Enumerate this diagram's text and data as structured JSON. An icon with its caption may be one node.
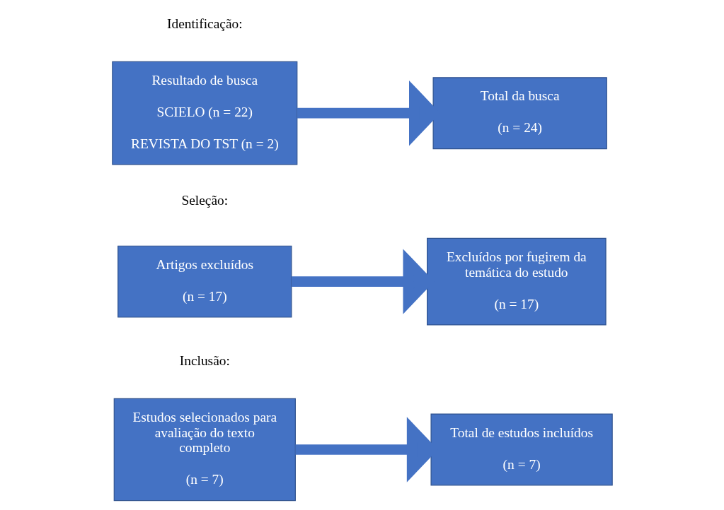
{
  "diagram": {
    "nodes": [
      {
        "text": [
          "Resultado de busca",
          "SCIELO (n = 22)",
          "REVISTA DO TST (n = 2)"
        ]
      },
      {
        "text": [
          "Total da busca",
          "(n = 24)"
        ]
      },
      {
        "text": [
          "Artigos excluídos",
          "(n = 17)"
        ]
      },
      {
        "text": [
          "Excluídos por fugirem da temática do estudo",
          "(n = 17)"
        ]
      },
      {
        "text": [
          "Estudos selecionados para avaliação do texto completo",
          "(n = 7)"
        ]
      },
      {
        "text": [
          "Total de estudos incluídos",
          "(n = 7)"
        ]
      }
    ],
    "edges": [
      {
        "from": 0,
        "to": 1,
        "arrow": "to"
      },
      {
        "from": 2,
        "to": 3,
        "arrow": "to"
      },
      {
        "from": 4,
        "to": 5,
        "arrow": "to"
      }
    ],
    "labels": [
      "Identificação:",
      "Seleção:",
      "Inclusão:"
    ]
  }
}
